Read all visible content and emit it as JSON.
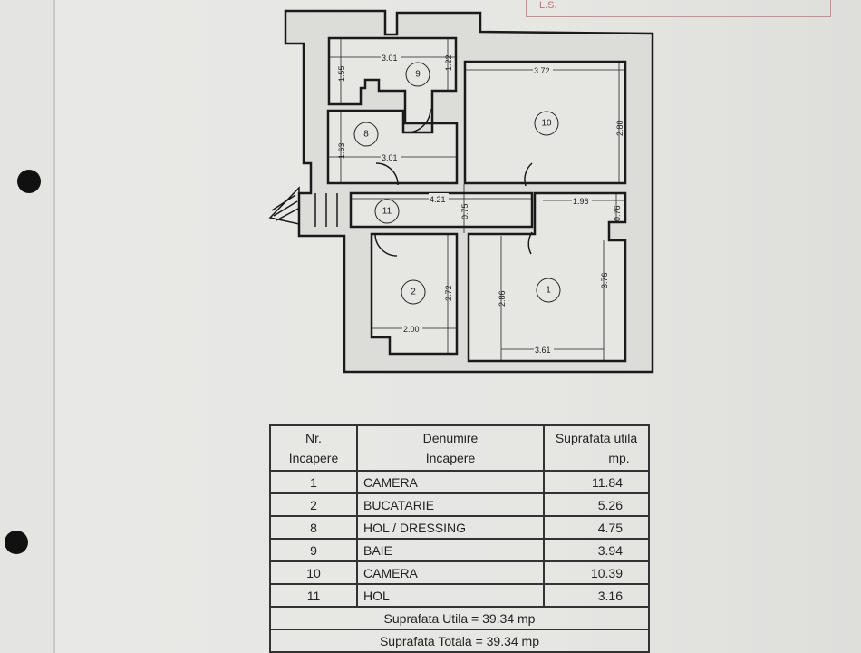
{
  "stamp": {
    "text": "L.S."
  },
  "plan": {
    "rooms": [
      {
        "nr": "1"
      },
      {
        "nr": "2"
      },
      {
        "nr": "8"
      },
      {
        "nr": "9"
      },
      {
        "nr": "10"
      },
      {
        "nr": "11"
      }
    ],
    "dimensions": {
      "r9_width": "3.01",
      "r9_height": "1.55",
      "r9_height2": "1.22",
      "r8_width": "3.01",
      "r8_height": "1.63",
      "r10_width": "3.72",
      "r10_height": "2.80",
      "hall_length": "4.21",
      "hall_width": "0.75",
      "r1_top": "1.96",
      "r1_notch": "0.76",
      "r1_right": "3.76",
      "r1_left": "2.86",
      "r1_width": "3.61",
      "r2_height": "2.72",
      "r2_width": "2.00"
    }
  },
  "table": {
    "headers": {
      "nr": [
        "Nr.",
        "Incapere"
      ],
      "name": [
        "Denumire",
        "Incapere"
      ],
      "area": [
        "Suprafata utila",
        "mp."
      ]
    },
    "rows": [
      {
        "nr": "1",
        "name": "CAMERA",
        "area": "11.84"
      },
      {
        "nr": "2",
        "name": "BUCATARIE",
        "area": "5.26"
      },
      {
        "nr": "8",
        "name": "HOL / DRESSING",
        "area": "4.75"
      },
      {
        "nr": "9",
        "name": "BAIE",
        "area": "3.94"
      },
      {
        "nr": "10",
        "name": "CAMERA",
        "area": "10.39"
      },
      {
        "nr": "11",
        "name": "HOL",
        "area": "3.16"
      }
    ],
    "suprafata_utila": "Suprafata Utila = 39.34 mp",
    "suprafata_totala": "Suprafata Totala = 39.34 mp"
  }
}
